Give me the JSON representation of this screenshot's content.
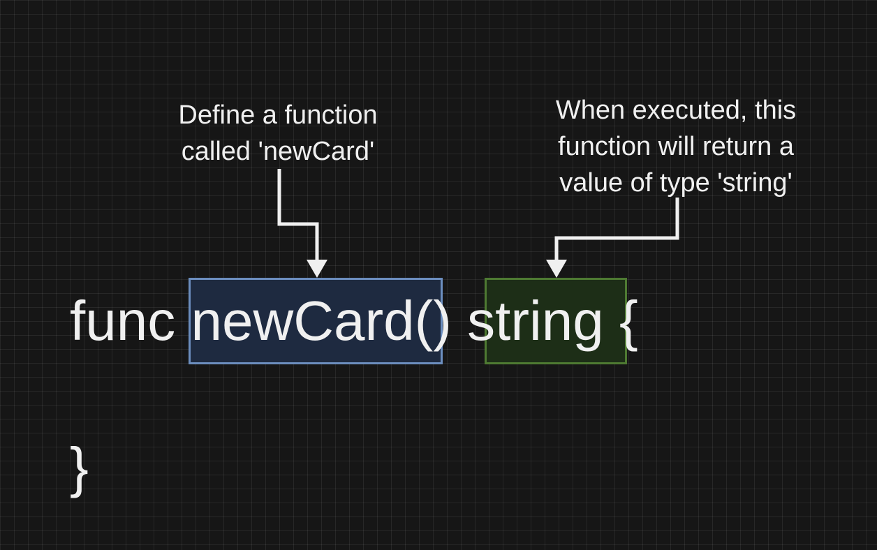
{
  "code": {
    "keyword": "func",
    "function_name": "newCard",
    "parens": "()",
    "return_type": "string",
    "open_brace": "{",
    "close_brace": "}"
  },
  "annotations": {
    "left": {
      "lines": [
        "Define a function",
        "called 'newCard'"
      ]
    },
    "right": {
      "lines": [
        "When executed, this",
        "function will return a",
        "value of type 'string'"
      ]
    }
  },
  "colors": {
    "background": "#161616",
    "text": "#f0f0f0",
    "function_box_fill": "#1e2a40",
    "function_box_border": "#6c8ebf",
    "return_box_fill": "#1d2e17",
    "return_box_border": "#4e7a32",
    "arrow": "#f0f0f0"
  }
}
